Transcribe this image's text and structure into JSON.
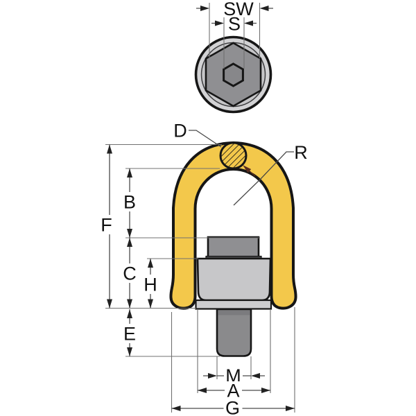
{
  "drawing": {
    "top_view": {
      "labels": {
        "sw": "SW",
        "s": "S"
      }
    },
    "front_view": {
      "labels": {
        "d": "D",
        "r": "R",
        "f": "F",
        "b": "B",
        "c": "C",
        "h": "H",
        "e": "E",
        "m": "M",
        "a": "A",
        "g": "G"
      }
    },
    "colors": {
      "background": "#ffffff",
      "bail_yellow": "#f3c84b",
      "outline_black": "#161616",
      "body_gray_light": "#c7c7c9",
      "collar_gray": "#8f8f92",
      "stud_gray": "#8a8a8c",
      "washer_gray": "#cdcdcf",
      "socket_gray": "#d2d2d4",
      "hex_gray": "#8f8f92",
      "dimension_line": "#4a4a4a",
      "leader_arrow_accent": "#5a2d1e"
    }
  }
}
